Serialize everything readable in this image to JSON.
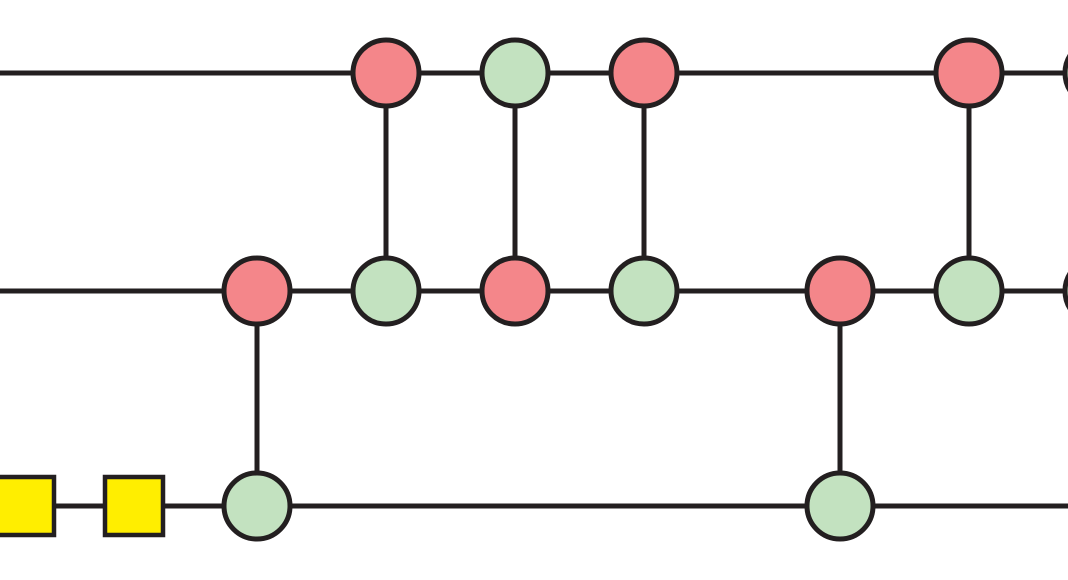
{
  "colors": {
    "stroke": "#231f20",
    "red_node": "#f4868a",
    "green_node": "#c3e2c0",
    "yellow_box": "#ffee00",
    "background": "#ffffff"
  },
  "diagram": {
    "wires": [
      "wire-1",
      "wire-2",
      "wire-3"
    ],
    "nodes": [
      {
        "wire": 1,
        "color": "red"
      },
      {
        "wire": 1,
        "color": "green"
      },
      {
        "wire": 1,
        "color": "red"
      },
      {
        "wire": 1,
        "color": "red"
      },
      {
        "wire": 1,
        "color": "green"
      },
      {
        "wire": 2,
        "color": "red"
      },
      {
        "wire": 2,
        "color": "green"
      },
      {
        "wire": 2,
        "color": "red"
      },
      {
        "wire": 2,
        "color": "green"
      },
      {
        "wire": 2,
        "color": "red"
      },
      {
        "wire": 2,
        "color": "green"
      },
      {
        "wire": 2,
        "color": "green"
      },
      {
        "wire": 3,
        "color": "green"
      },
      {
        "wire": 3,
        "color": "green"
      }
    ],
    "connections": [
      {
        "from": 5,
        "to": 12
      },
      {
        "from": 0,
        "to": 6
      },
      {
        "from": 1,
        "to": 7
      },
      {
        "from": 2,
        "to": 8
      },
      {
        "from": 9,
        "to": 13
      },
      {
        "from": 3,
        "to": 10
      }
    ],
    "boxes": [
      {
        "wire": 3,
        "color": "yellow"
      },
      {
        "wire": 3,
        "color": "yellow"
      }
    ]
  }
}
